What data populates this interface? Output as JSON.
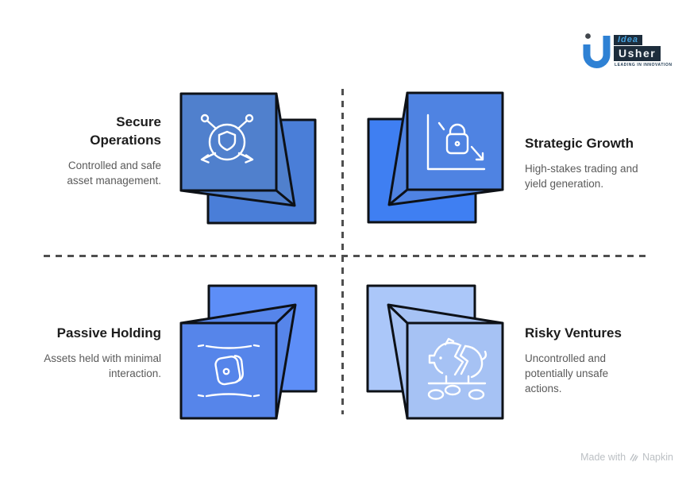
{
  "logo": {
    "word_top": "Idea",
    "word_bottom": "Usher",
    "tagline": "LEADING IN INNOVATION",
    "u_color": "#2e81d4",
    "bar_color": "#1d2d3c"
  },
  "quadrants": [
    {
      "title": "Secure Operations",
      "description": "Controlled and safe asset management.",
      "icon": "shield-network-icon",
      "front_color": "#5080cd",
      "back_color": "#4a7ed8"
    },
    {
      "title": "Strategic Growth",
      "description": "High-stakes trading and yield generation.",
      "icon": "locked-chart-icon",
      "front_color": "#4f83e2",
      "back_color": "#3f7ff2"
    },
    {
      "title": "Passive Holding",
      "description": "Assets held with minimal interaction.",
      "icon": "wallet-rest-icon",
      "front_color": "#5685ea",
      "back_color": "#5d8ef7"
    },
    {
      "title": "Risky Ventures",
      "description": "Uncontrolled and potentially unsafe actions.",
      "icon": "broken-piggy-bank-icon",
      "front_color": "#a6c2f4",
      "back_color": "#abc7f9"
    }
  ],
  "style": {
    "outline_color": "#0d1117",
    "icon_stroke": "#ffffff",
    "divider_color": "#4f4f4f",
    "title_color": "#1c1c1c",
    "desc_color": "#5a5a5a"
  },
  "watermark": {
    "prefix": "Made with",
    "brand": "Napkin"
  }
}
